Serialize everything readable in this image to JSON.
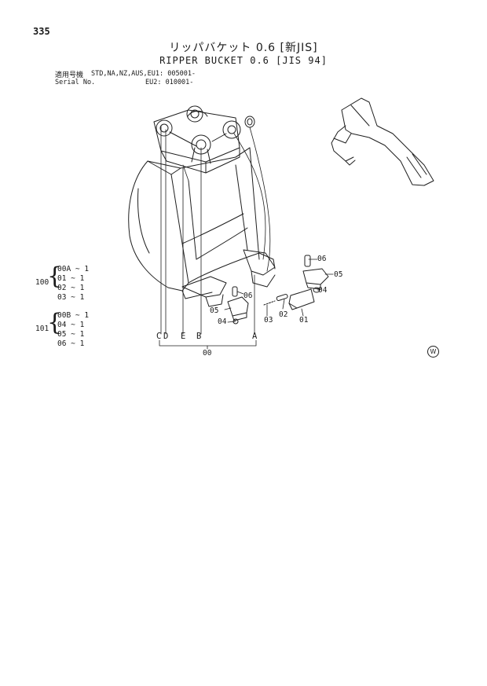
{
  "page_number": "335",
  "title_jp": "リッパバケット 0.6 [新JIS]",
  "title_en": "RIPPER BUCKET 0.6 [JIS 94]",
  "serial": {
    "row1_label": "適用号機",
    "row1_value": "STD,NA,NZ,AUS,EU1: 005001-",
    "row2_label": "Serial No.",
    "row2_value": "EU2: 010001-"
  },
  "assemblies": [
    {
      "id": "100",
      "rows": [
        "00A ~  1",
        "01  ~  1",
        "02  ~  1",
        "03  ~  1"
      ]
    },
    {
      "id": "101",
      "rows": [
        "00B ~  1",
        "04  ~  1",
        "05  ~  1",
        "06  ~  1"
      ]
    }
  ],
  "callouts": {
    "c06a": "06",
    "c05a": "05",
    "c04a": "04",
    "c02": "02",
    "c03": "03",
    "c01": "01",
    "c06b": "06",
    "c05b": "05",
    "c04b": "04",
    "cC": "C",
    "cD": "D",
    "cE": "E",
    "cB": "B",
    "cA": "A",
    "c00": "00"
  },
  "mark": "W"
}
